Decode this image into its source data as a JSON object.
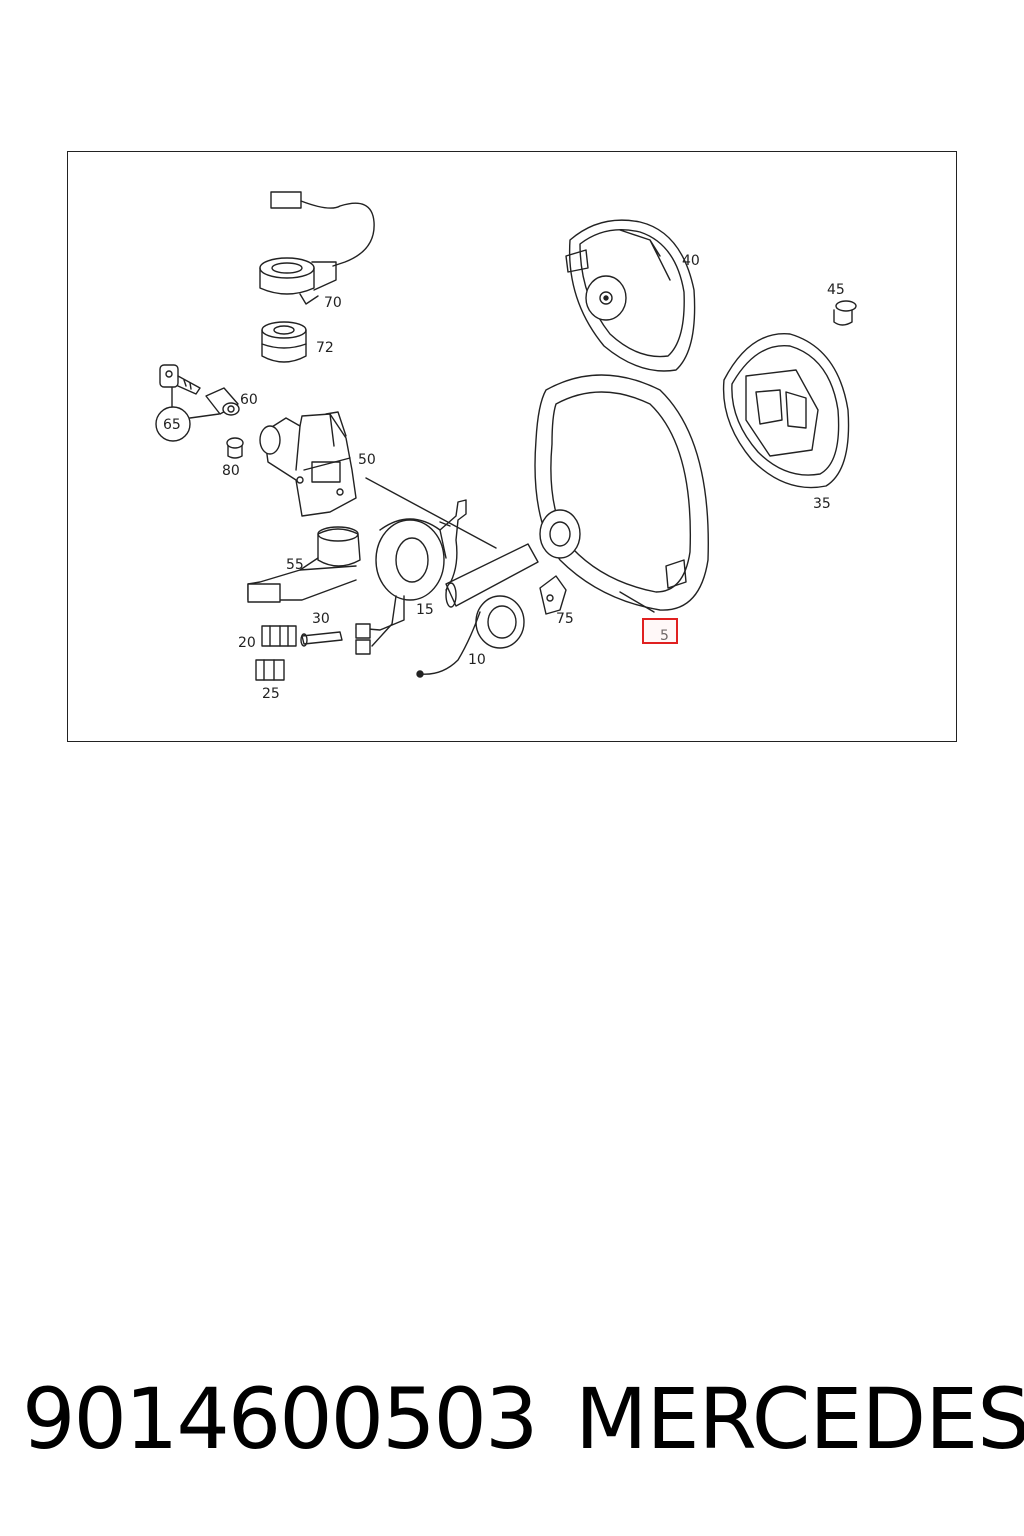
{
  "diagram": {
    "callouts": [
      {
        "id": "70",
        "text": "70"
      },
      {
        "id": "72",
        "text": "72"
      },
      {
        "id": "60",
        "text": "60"
      },
      {
        "id": "65",
        "text": "65"
      },
      {
        "id": "80",
        "text": "80"
      },
      {
        "id": "50",
        "text": "50"
      },
      {
        "id": "55",
        "text": "55"
      },
      {
        "id": "30",
        "text": "30"
      },
      {
        "id": "20",
        "text": "20"
      },
      {
        "id": "25",
        "text": "25"
      },
      {
        "id": "15",
        "text": "15"
      },
      {
        "id": "10",
        "text": "10"
      },
      {
        "id": "75",
        "text": "75"
      },
      {
        "id": "40",
        "text": "40"
      },
      {
        "id": "45",
        "text": "45"
      },
      {
        "id": "35",
        "text": "35"
      },
      {
        "id": "5",
        "text": "5"
      }
    ],
    "highlighted_part": "5",
    "highlight_color": "#e02020"
  },
  "footer": {
    "part_number": "9014600503",
    "brand": "MERCEDES"
  }
}
